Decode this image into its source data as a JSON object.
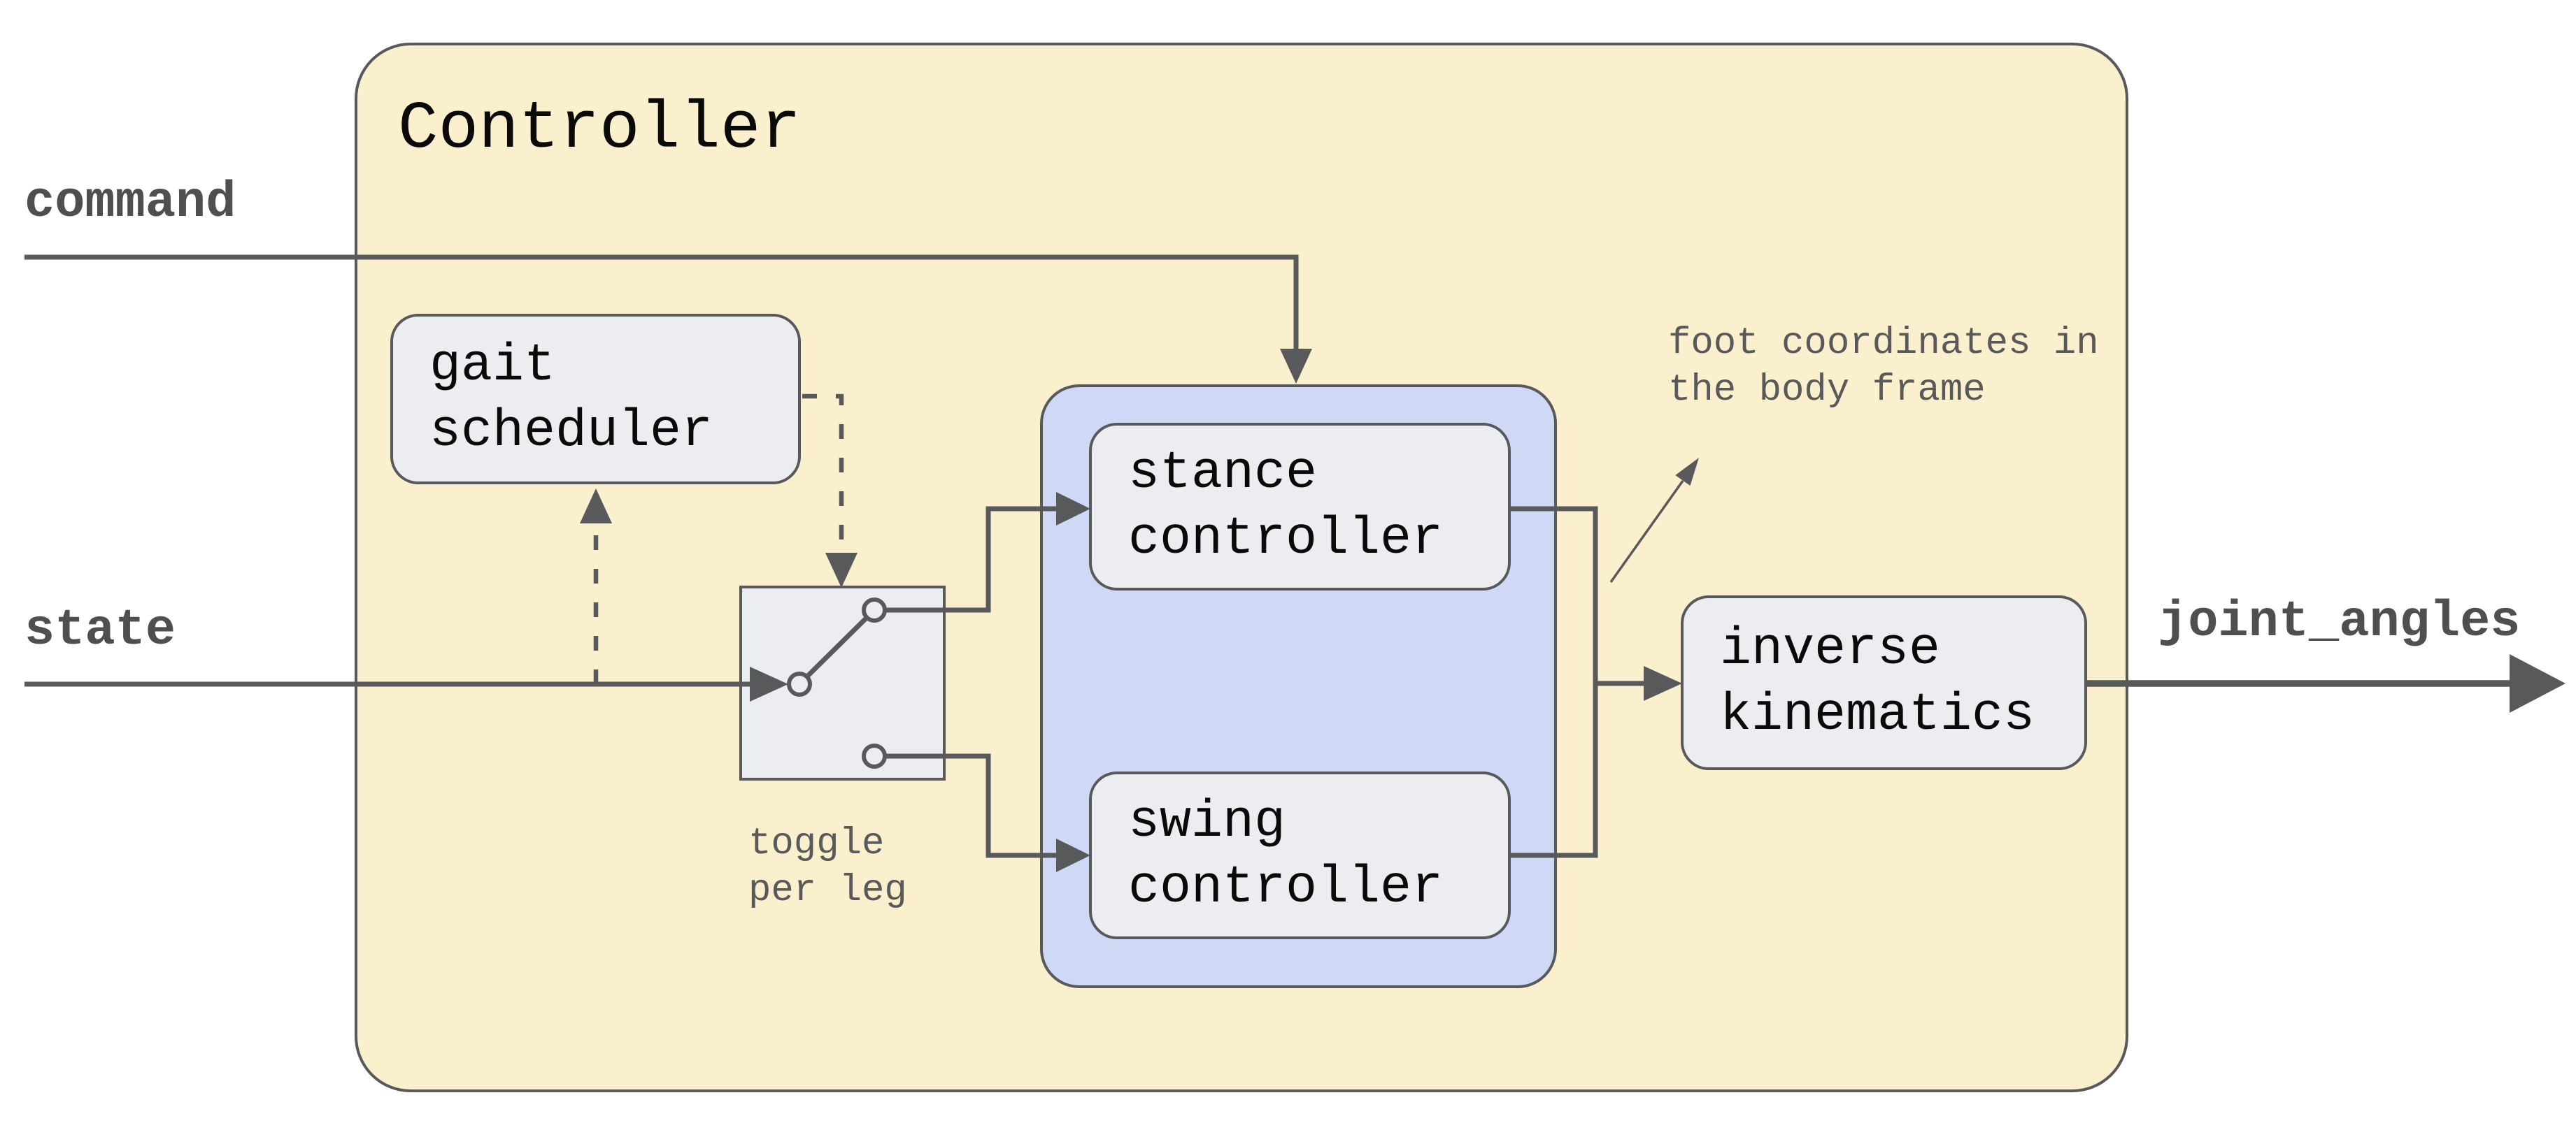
{
  "title": "Controller",
  "ports": {
    "command": "command",
    "state": "state",
    "output": "joint_angles"
  },
  "blocks": {
    "gait_scheduler": {
      "lines": [
        "gait",
        "scheduler"
      ]
    },
    "stance_controller": {
      "lines": [
        "stance",
        "controller"
      ]
    },
    "swing_controller": {
      "lines": [
        "swing",
        "controller"
      ]
    },
    "inverse_kinematics": {
      "lines": [
        "inverse",
        "kinematics"
      ]
    }
  },
  "annotations": {
    "foot_coordinates": {
      "lines": [
        "foot coordinates in",
        "the body frame"
      ]
    },
    "toggle_per_leg": {
      "lines": [
        "toggle",
        "per leg"
      ]
    }
  },
  "colors": {
    "outer_fill": "#FAF0CD",
    "group_fill": "#CFD9F5",
    "block_fill": "#ECEDF1",
    "stroke": "#58595B",
    "label_color": "#4F4F4F",
    "note_color": "#595959",
    "block_text": "#0A0A0A"
  }
}
